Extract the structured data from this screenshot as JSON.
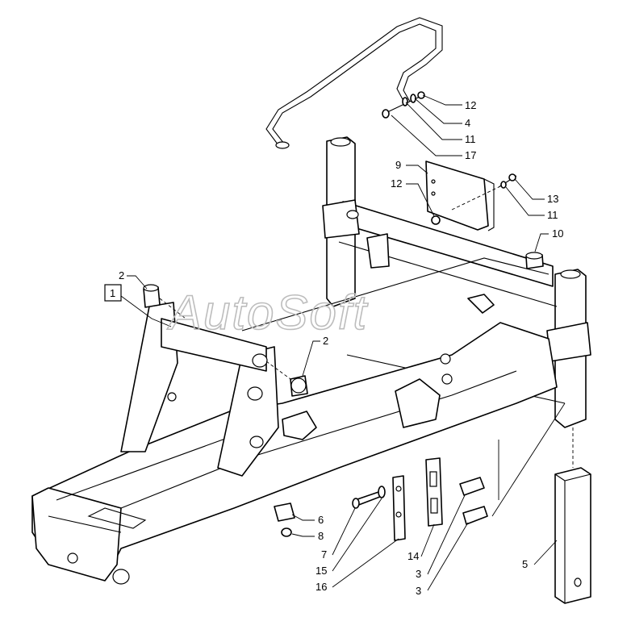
{
  "watermark": "AutoSoft",
  "callouts": [
    {
      "id": "c12a",
      "text": "12"
    },
    {
      "id": "c4",
      "text": "4"
    },
    {
      "id": "c11a",
      "text": "11"
    },
    {
      "id": "c17",
      "text": "17"
    },
    {
      "id": "c9",
      "text": "9"
    },
    {
      "id": "c12b",
      "text": "12"
    },
    {
      "id": "c13",
      "text": "13"
    },
    {
      "id": "c11b",
      "text": "11"
    },
    {
      "id": "c10",
      "text": "10"
    },
    {
      "id": "c2a",
      "text": "2"
    },
    {
      "id": "c1",
      "text": "1"
    },
    {
      "id": "c2b",
      "text": "2"
    },
    {
      "id": "c6",
      "text": "6"
    },
    {
      "id": "c8",
      "text": "8"
    },
    {
      "id": "c7",
      "text": "7"
    },
    {
      "id": "c15",
      "text": "15"
    },
    {
      "id": "c16",
      "text": "16"
    },
    {
      "id": "c14",
      "text": "14"
    },
    {
      "id": "c3a",
      "text": "3"
    },
    {
      "id": "c3b",
      "text": "3"
    },
    {
      "id": "c5",
      "text": "5"
    }
  ]
}
